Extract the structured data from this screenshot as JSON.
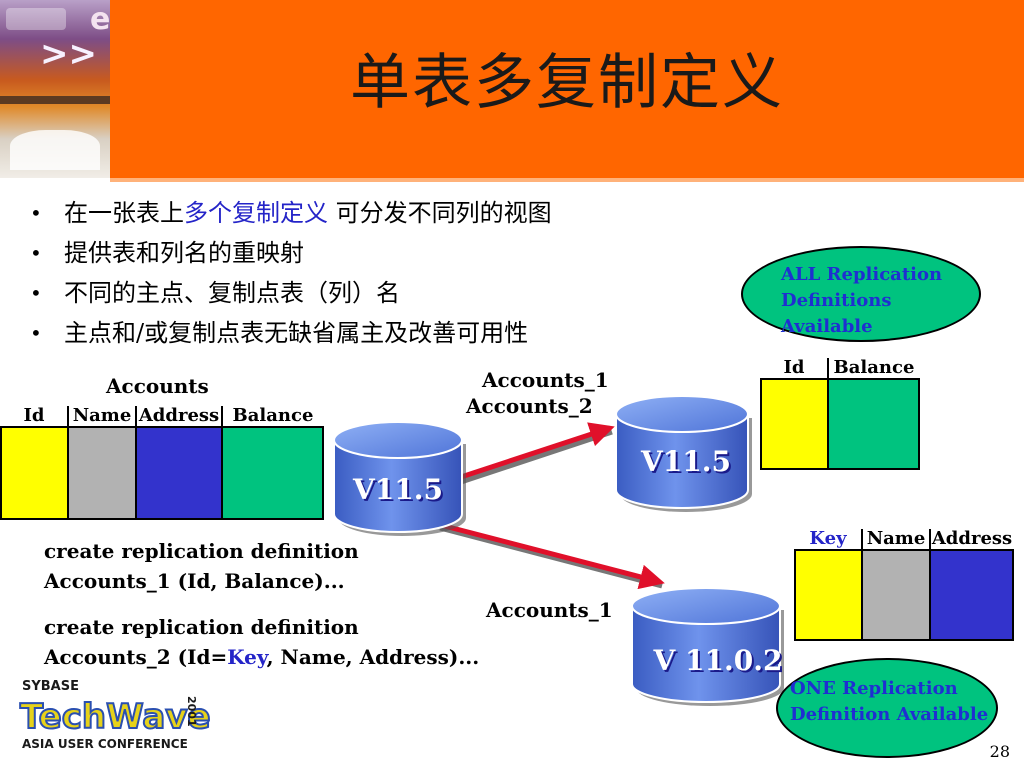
{
  "title": "单表多复制定义",
  "bullets": [
    {
      "before": "在一张表上",
      "highlight": "多个复制定义",
      "after": " 可分发不同列的视图"
    },
    {
      "before": "提供表和列名的重映射",
      "highlight": "",
      "after": ""
    },
    {
      "before": "不同的主点、复制点表（列）名",
      "highlight": "",
      "after": ""
    },
    {
      "before": "主点和/或复制点表无缺省属主及改善可用性",
      "highlight": "",
      "after": ""
    }
  ],
  "source_table": {
    "name": "Accounts",
    "columns": [
      "Id",
      "Name",
      "Address",
      "Balance"
    ]
  },
  "servers": {
    "primary": "V11.5",
    "replicate_top": "V11.5",
    "replicate_bottom": "V 11.0.2"
  },
  "labels": {
    "top_line1": "Accounts_1",
    "top_line2": "Accounts_2",
    "bottom": "Accounts_1"
  },
  "ellipse_top": {
    "line1": "ALL Replication",
    "line2": "Definitions Available"
  },
  "ellipse_bottom": {
    "line1": "ONE Replication",
    "line2": "Definition Available"
  },
  "table_top_right": {
    "columns": [
      "Id",
      "Balance"
    ]
  },
  "table_bottom_right": {
    "columns": [
      "Key",
      "Name",
      "Address"
    ]
  },
  "code": {
    "line1": "create replication definition",
    "line2": "Accounts_1 (Id, Balance)...",
    "line3": "create replication definition",
    "line4_prefix": "Accounts_2 (Id=",
    "line4_key": "Key",
    "line4_suffix": ", Name, Address)..."
  },
  "logo": {
    "brand": "SYBASE",
    "product": "TechWave",
    "year": "2001",
    "subtitle": "ASIA USER CONFERENCE"
  },
  "page_number": "28",
  "colors": {
    "banner": "#ff6600",
    "highlight_text": "#2424c8",
    "ellipse_fill": "#00c37f",
    "arrow": "#e0102a",
    "cylinder": "#4a72d8"
  }
}
